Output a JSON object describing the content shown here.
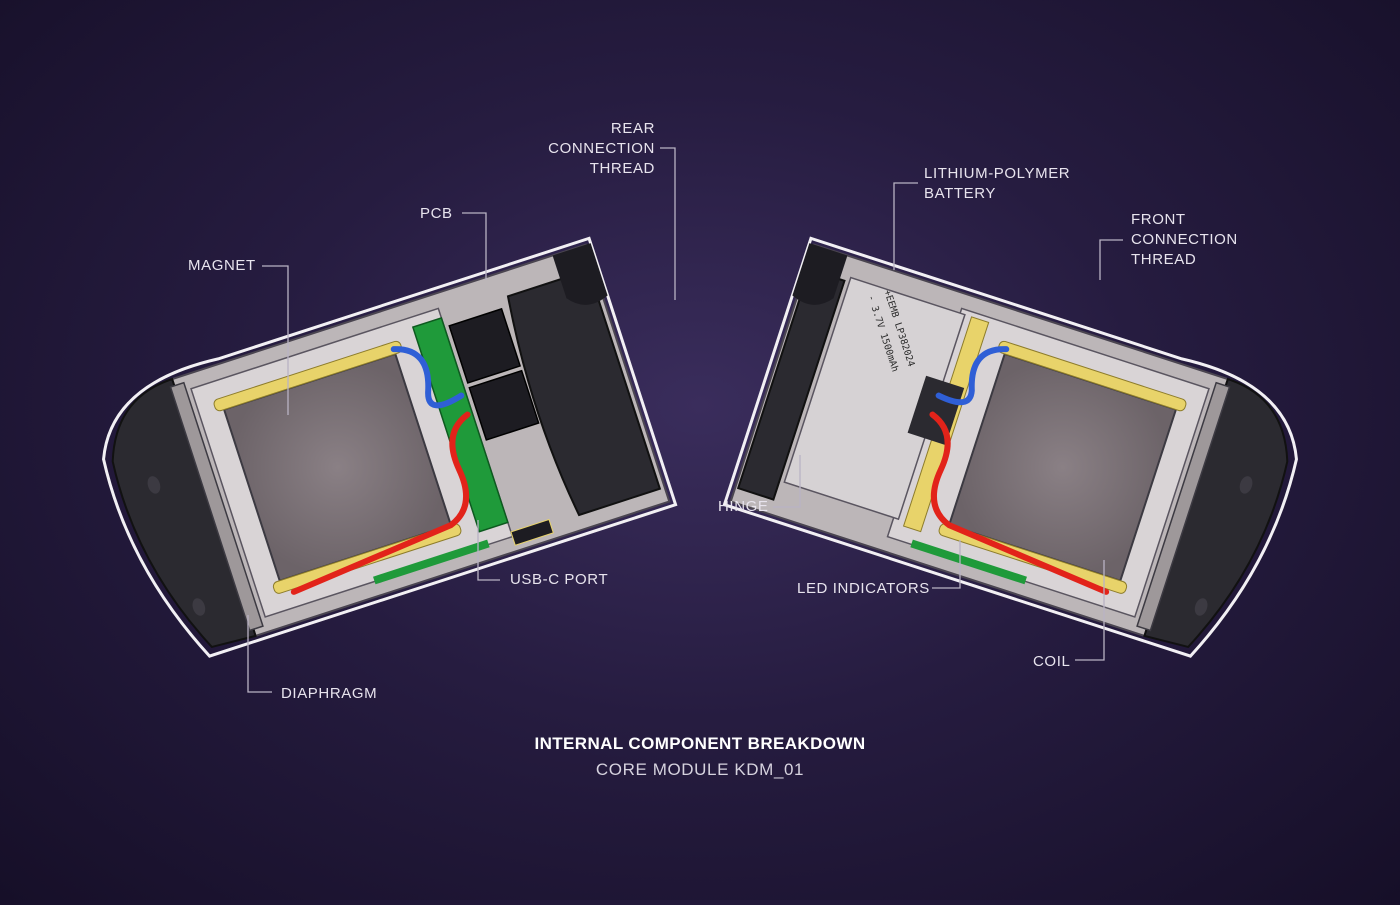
{
  "title": "INTERNAL COMPONENT BREAKDOWN",
  "subtitle": "CORE MODULE KDM_01",
  "labels": {
    "magnet": "MAGNET",
    "pcb": "PCB",
    "rear_thread": "REAR\nCONNECTION\nTHREAD",
    "usb_port": "USB-C PORT",
    "diaphragm": "DIAPHRAGM",
    "battery": "LITHIUM-POLYMER\nBATTERY",
    "front_thread": "FRONT\nCONNECTION\nTHREAD",
    "hinge": "HINGE",
    "led": "LED INDICATORS",
    "coil": "COIL"
  },
  "battery_print": {
    "line1": "+EEMB LP382024",
    "line2": "- 3.7V 1500mAh"
  },
  "colors": {
    "shell": "#bcb6b8",
    "dark_body": "#2b2a30",
    "magnet": "#7d7478",
    "coil": "#e8d36a",
    "pcb": "#1f9a3a",
    "wire_red": "#e2231a",
    "wire_blue": "#2f5fd6"
  }
}
